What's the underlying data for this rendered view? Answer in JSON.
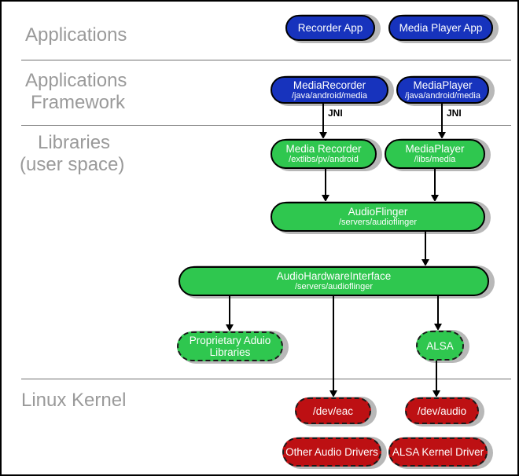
{
  "sections": {
    "applications": {
      "label": "Applications"
    },
    "applications_framework": {
      "line1": "Applications",
      "line2": "Framework"
    },
    "libraries": {
      "line1": "Libraries",
      "line2": "(user space)"
    },
    "linux_kernel": {
      "label": "Linux Kernel"
    }
  },
  "connector_labels": {
    "jni_left": "JNI",
    "jni_right": "JNI"
  },
  "nodes": {
    "recorder_app": {
      "title": "Recorder App"
    },
    "media_player_app": {
      "title": "Media Player App"
    },
    "media_recorder_fw": {
      "title": "MediaRecorder",
      "subtitle": "/java/android/media"
    },
    "media_player_fw": {
      "title": "MediaPlayer",
      "subtitle": "/java/android/media"
    },
    "media_recorder_lib": {
      "title": "Media Recorder",
      "subtitle": "/extlibs/pv/android"
    },
    "media_player_lib": {
      "title": "MediaPlayer",
      "subtitle": "/libs/media"
    },
    "audio_flinger": {
      "title": "AudioFlinger",
      "subtitle": "/servers/audioflinger"
    },
    "audio_hardware_interface": {
      "title": "AudioHardwareInterface",
      "subtitle": "/servers/audioflinger"
    },
    "proprietary_audio_libraries": {
      "line1": "Proprietary Aduio",
      "line2": "Libraries"
    },
    "alsa": {
      "title": "ALSA"
    },
    "dev_eac": {
      "title": "/dev/eac"
    },
    "dev_audio": {
      "title": "/dev/audio"
    },
    "other_audio_drivers": {
      "title": "Other Audio Drivers"
    },
    "alsa_kernel_driver": {
      "title": "ALSA Kernel Driver"
    }
  },
  "colors": {
    "app_blue": "#1733bd",
    "lib_green": "#2fc74f",
    "kernel_red": "#bd1013",
    "section_label_gray": "#9a9a9a",
    "shadow_gray": "#b8b8b8"
  }
}
